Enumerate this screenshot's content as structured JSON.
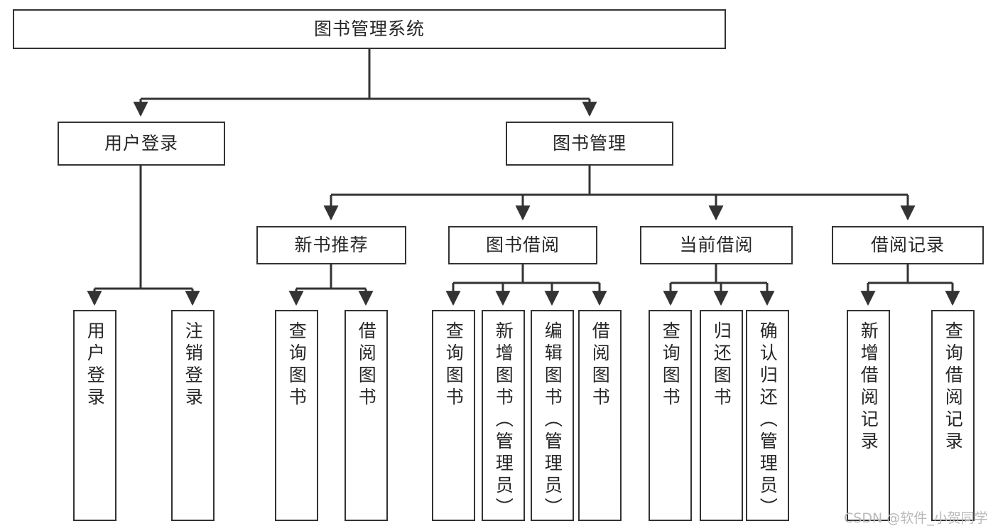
{
  "diagram": {
    "title": "图书管理系统",
    "type": "tree",
    "orientation": "top-down",
    "colors": {
      "box_border": "#333333",
      "box_fill": "#ffffff",
      "edge": "#333333",
      "text": "#262626",
      "watermark": "#b9b9b9"
    },
    "root": {
      "label": "图书管理系统"
    },
    "level2": [
      {
        "label": "用户登录"
      },
      {
        "label": "图书管理"
      }
    ],
    "level3": [
      {
        "label": "新书推荐"
      },
      {
        "label": "图书借阅"
      },
      {
        "label": "当前借阅"
      },
      {
        "label": "借阅记录"
      }
    ],
    "leaves": {
      "user_login": [
        {
          "label": "用户登录"
        },
        {
          "label": "注销登录"
        }
      ],
      "new_book_recommend": [
        {
          "label": "查询图书"
        },
        {
          "label": "借阅图书"
        }
      ],
      "book_borrow": [
        {
          "label": "查询图书"
        },
        {
          "label": "新增图书（管理员）"
        },
        {
          "label": "编辑图书（管理员）"
        },
        {
          "label": "借阅图书"
        }
      ],
      "current_borrow": [
        {
          "label": "查询图书"
        },
        {
          "label": "归还图书"
        },
        {
          "label": "确认归还（管理员）"
        }
      ],
      "borrow_record": [
        {
          "label": "新增借阅记录"
        },
        {
          "label": "查询借阅记录"
        }
      ]
    }
  },
  "watermark": {
    "text": "CSDN @软件_小贺同学"
  }
}
